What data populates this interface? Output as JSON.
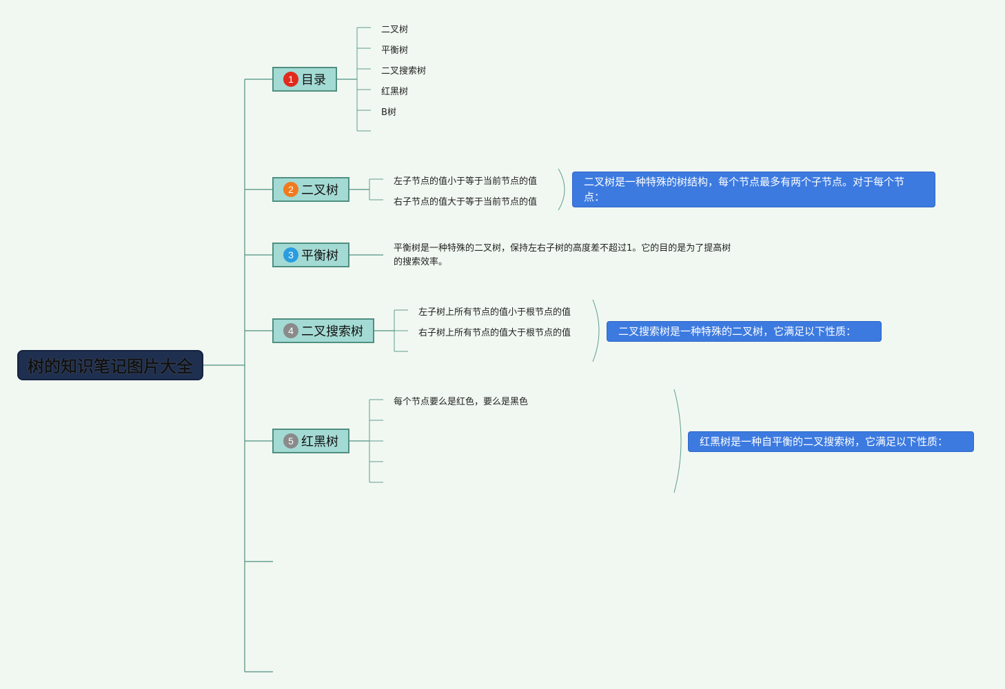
{
  "root": {
    "title": "树的知识笔记图片大全"
  },
  "branches": [
    {
      "label": "目录",
      "num": "1",
      "color": "#e02a1d",
      "children": [
        "二叉树",
        "平衡树",
        "二叉搜索树",
        "红黑树",
        "B树"
      ]
    },
    {
      "label": "二叉树",
      "num": "2",
      "color": "#f07a1e",
      "children": [
        "左子节点的值小于等于当前节点的值",
        "右子节点的值大于等于当前节点的值"
      ],
      "note": "二叉树是一种特殊的树结构，每个节点最多有两个子节点。对于每个节点："
    },
    {
      "label": "平衡树",
      "num": "3",
      "color": "#2a9de0",
      "text": "平衡树是一种特殊的二叉树，保持左右子树的高度差不超过1。它的目的是为了提高树的搜索效率。"
    },
    {
      "label": "二叉搜索树",
      "num": "4",
      "color": "#8a8a8a",
      "children": [
        "左子树上所有节点的值小于根节点的值",
        "右子树上所有节点的值大于根节点的值"
      ],
      "note": "二叉搜索树是一种特殊的二叉树，它满足以下性质："
    },
    {
      "label": "红黑树",
      "num": "5",
      "color": "#8a8a8a",
      "children": [
        "每个节点要么是红色，要么是黑色"
      ],
      "note": "红黑树是一种自平衡的二叉搜索树，它满足以下性质："
    }
  ],
  "colors": {
    "line": "#4e8f80",
    "branch_fill": "#a4dad4",
    "root_fill": "#1f2f4f",
    "note_fill": "#3c7ae0",
    "background": "#f1f8f1"
  }
}
